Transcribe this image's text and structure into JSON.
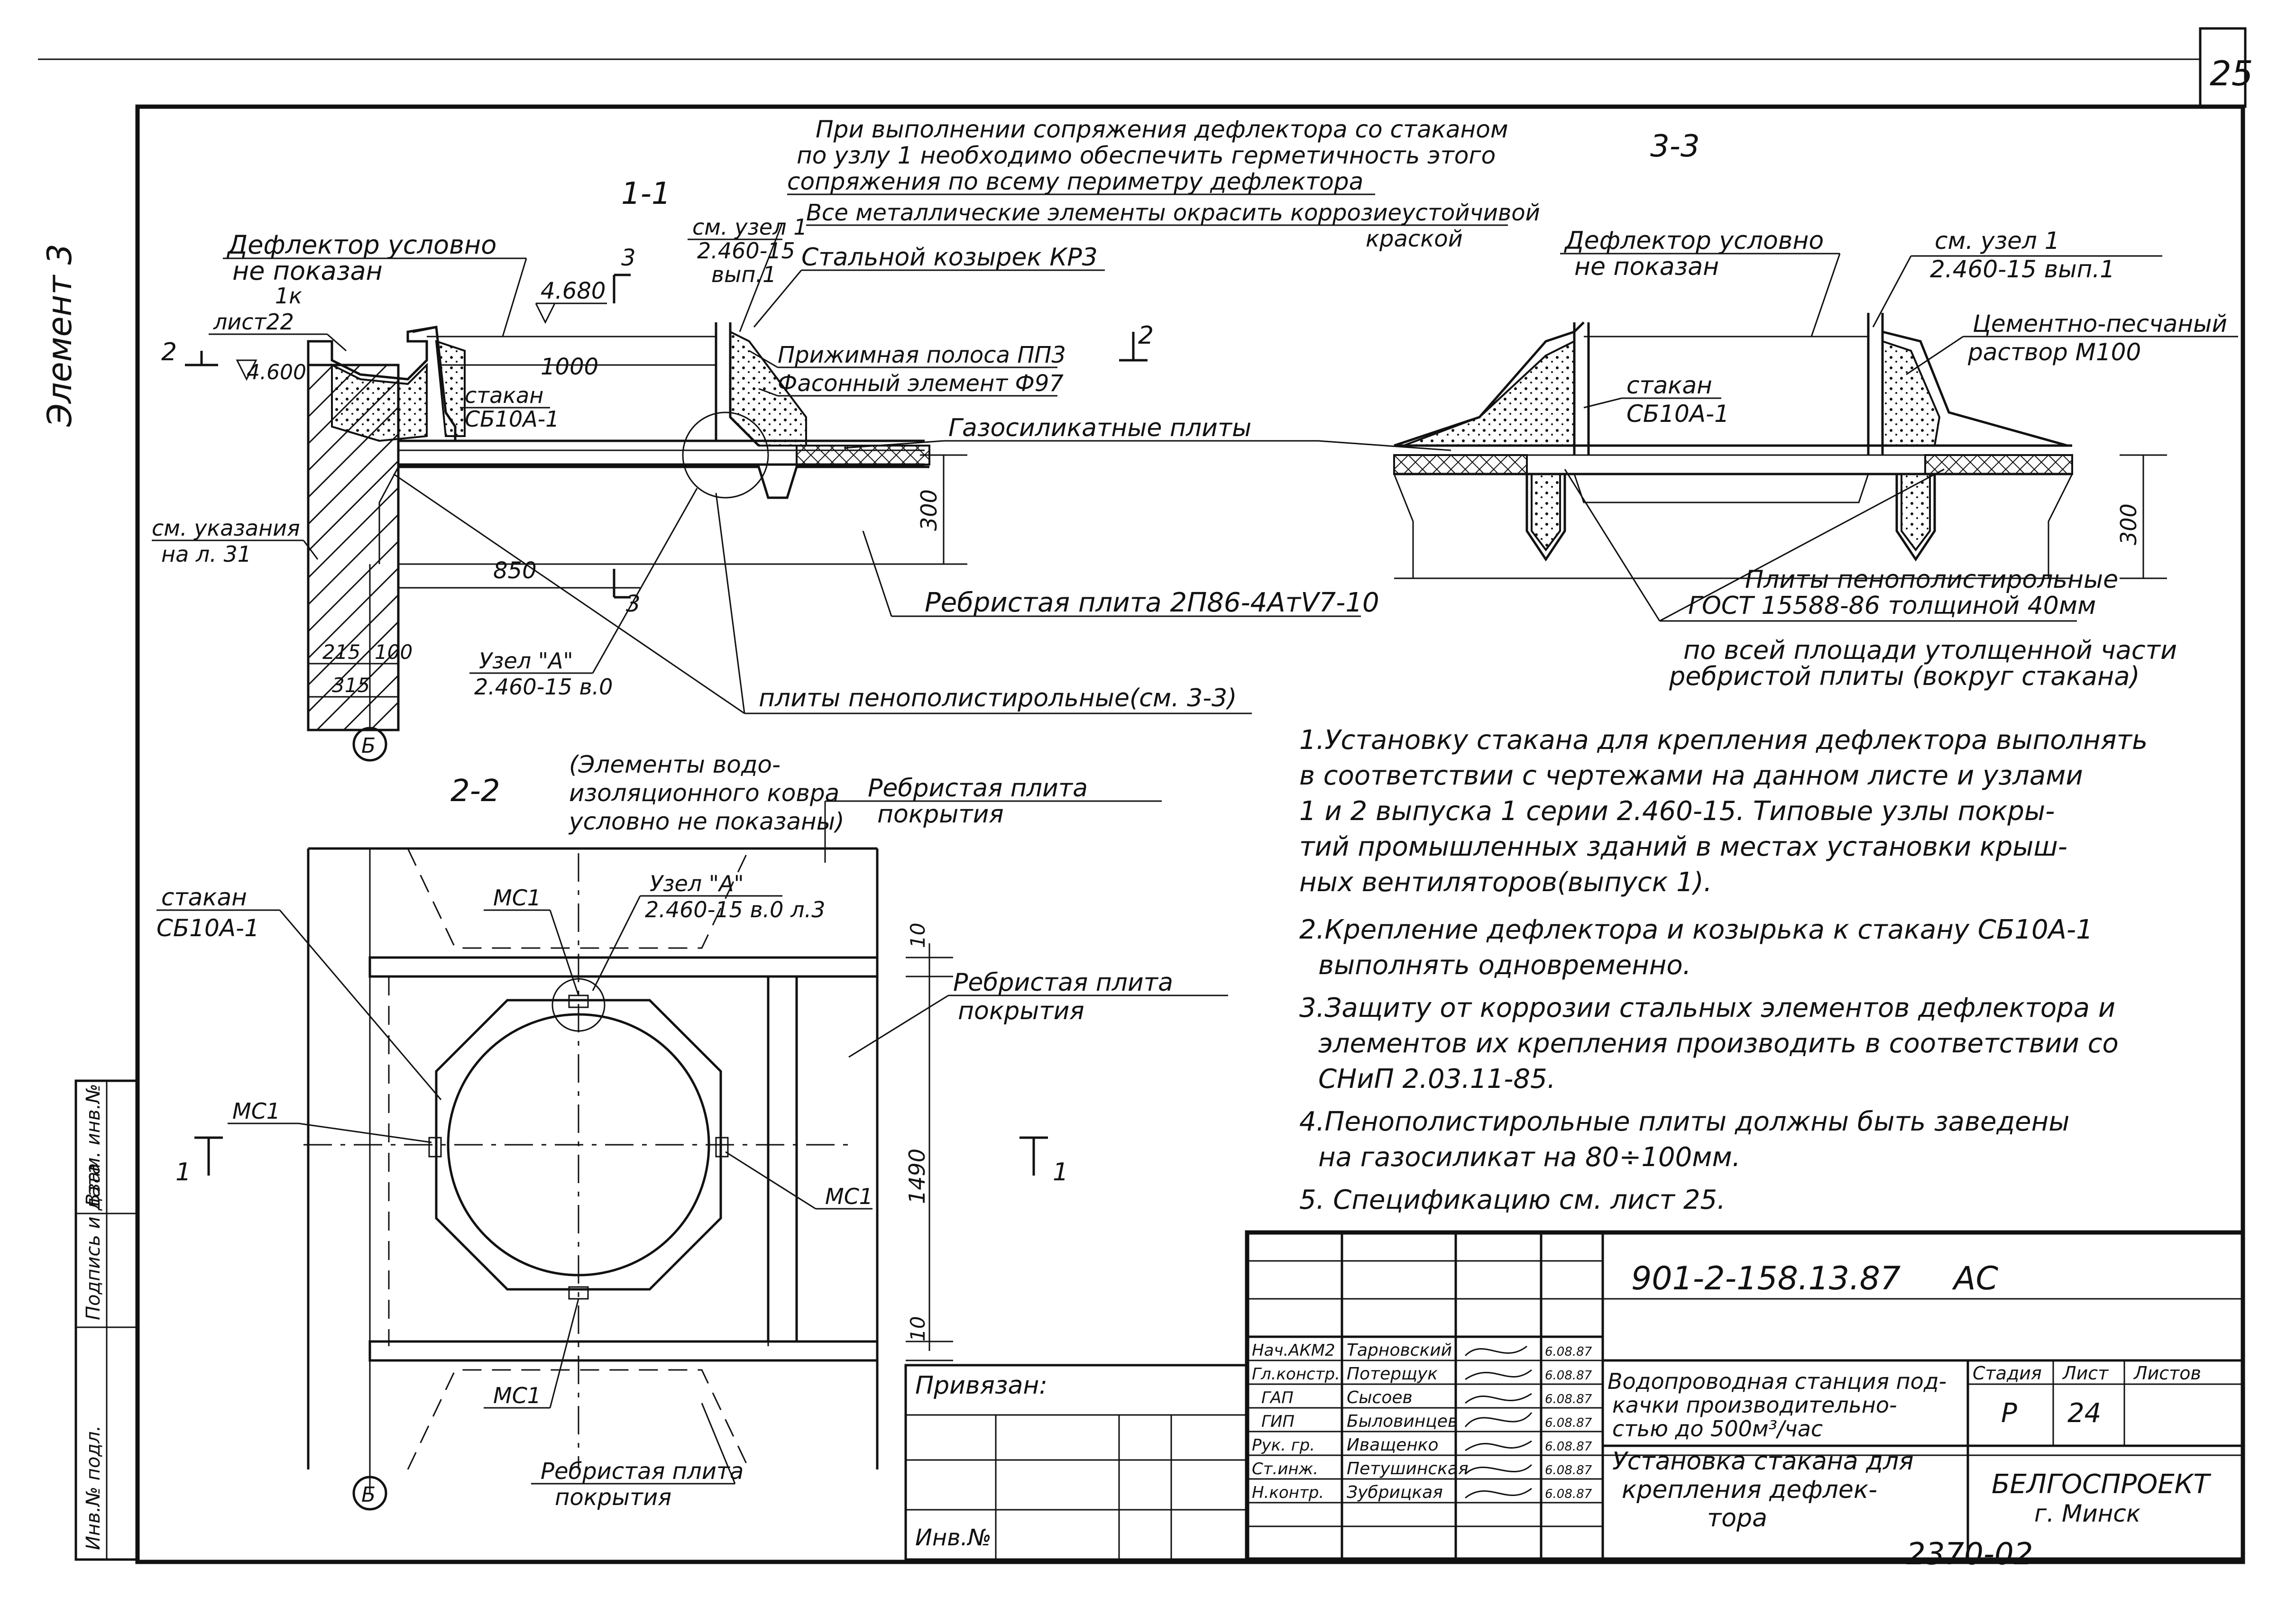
{
  "sheet": {
    "sheet_number": "25",
    "archive_number": "2370-02",
    "margin_note": "Элемент 3"
  },
  "section_1_1": {
    "title": "1-1",
    "elev_top": "4.680",
    "elev_left": "4.600",
    "cut_2": "2",
    "cut_3": "3",
    "cut_3_bottom": "3",
    "deflector_note_1": "Дефлектор условно",
    "deflector_note_2": "не показан",
    "detail_1k": "1к",
    "sheet22": "лист22",
    "node_ref_1": "см. узел 1",
    "node_ref_2": "2.460-15",
    "node_ref_3": "вып.1",
    "dim_1000": "1000",
    "cup_1": "стакан",
    "cup_2": "СБ10А-1",
    "strip": "Прижимная полоса ПП3",
    "shaped": "Фасонный элемент Ф97",
    "gas_silicate": "Газосиликатные плиты",
    "dim_300": "300",
    "dim_850": "850",
    "see_notes_1": "см. указания",
    "see_notes_2": "на л. 31",
    "ribbed": "Ребристая плита 2П86-4АтV7-10",
    "node_a_1": "Узел \"А\"",
    "node_a_2": "2.460-15 в.0",
    "dim_215": "215",
    "dim_100": "100",
    "dim_315": "315",
    "axis_b": "Б",
    "foam_plates": "плиты пенополистирольные(см. 3-3)"
  },
  "notes_top": {
    "line1": "При выполнении сопряжения дефлектора со стаканом",
    "line2": "по узлу 1 необходимо обеспечить герметичность этого",
    "line3": "сопряжения по всему периметру дефлектора",
    "paint1": "Все металлические элементы окрасить коррозиеустойчивой",
    "paint2": "краской",
    "visor": "Стальной козырек КР3"
  },
  "section_3_3": {
    "title": "3-3",
    "deflector_note_1": "Дефлектор условно",
    "deflector_note_2": "не показан",
    "node_ref_1": "см. узел 1",
    "node_ref_2": "2.460-15 вып.1",
    "mortar_1": "Цементно-песчаный",
    "mortar_2": "раствор М100",
    "cup_1": "стакан",
    "cup_2": "СБ10А-1",
    "dim_300": "300",
    "foam_1": "Плиты пенополистирольные",
    "foam_2": "ГОСТ 15588-86 толщиной 40мм",
    "foam_3": "по всей площади утолщенной части",
    "foam_4": "ребристой плиты (вокруг стакана)"
  },
  "section_2_2": {
    "title": "2-2",
    "waterproof_1": "(Элементы водо-",
    "waterproof_2": "изоляционного ковра",
    "waterproof_3": "условно не показаны)",
    "ribbed_top_1": "Ребристая плита",
    "ribbed_top_2": "покрытия",
    "cup_1": "стакан",
    "cup_2": "СБ10А-1",
    "mc1_a": "МС1",
    "mc1_b": "МС1",
    "mc1_c": "МС1",
    "mc1_d": "МС1",
    "node_a_1": "Узел \"А\"",
    "node_a_2": "2.460-15 в.0 л.3",
    "ribbed_right_1": "Ребристая плита",
    "ribbed_right_2": "покрытия",
    "dim_10_top": "10",
    "dim_1490": "1490",
    "dim_10_bottom": "10",
    "cut_1_left": "1",
    "cut_1_right": "1",
    "axis_b": "Б",
    "ribbed_bottom_1": "Ребристая плита",
    "ribbed_bottom_2": "покрытия"
  },
  "general_notes": [
    "1.Установку стакана для крепления дефлектора выполнять",
    "в соответствии с чертежами на данном листе и узлами",
    "1 и 2  выпуска 1 серии 2.460-15. Типовые узлы покры-",
    "тий промышленных зданий в местах установки крыш-",
    "ных вентиляторов(выпуск 1).",
    "2.Крепление дефлектора и козырька к стакану СБ10А-1",
    "выполнять одновременно.",
    "3.Защиту от коррозии стальных элементов дефлектора и",
    "элементов их крепления производить в соответствии со",
    "СНиП 2.03.11-85.",
    "4.Пенополистирольные плиты должны быть заведены",
    "на газосиликат на 80÷100мм.",
    "5. Спецификацию см. лист 25."
  ],
  "left_strip": {
    "inv": "Инв.№ подл.",
    "sign": "Подпись и дата",
    "swap": "Взам. инв.№"
  },
  "title_block": {
    "doc_code": "901-2-158.13.87",
    "mark": "АС",
    "linked": "Привязан:",
    "inv": "Инв.№",
    "roles": [
      "Нач.АКМ2",
      "Гл.констр.",
      "ГАП",
      "ГИП",
      "Рук. гр.",
      "Ст.инж.",
      "Н.контр."
    ],
    "names": [
      "Тарновский",
      "Потерщук",
      "Сысоев",
      "Быловинцев",
      "Иващенко",
      "Петушинская",
      "Зубрицкая"
    ],
    "dates": [
      "6.08.87",
      "6.08.87",
      "6.08.87",
      "6.08.87",
      "6.08.87",
      "6.08.87",
      "6.08.87"
    ],
    "object_1": "Водопроводная станция под-",
    "object_2": "качки производительно-",
    "object_3": "стью до 500м³/час",
    "sheet_title_1": "Установка стакана для",
    "sheet_title_2": "крепления дефлек-",
    "sheet_title_3": "тора",
    "stage_hdr": "Стадия",
    "sheet_hdr": "Лист",
    "sheets_hdr": "Листов",
    "stage": "Р",
    "sheet": "24",
    "sheets": "",
    "org_1": "БЕЛГОСПРОЕКТ",
    "org_2": "г. Минск"
  }
}
